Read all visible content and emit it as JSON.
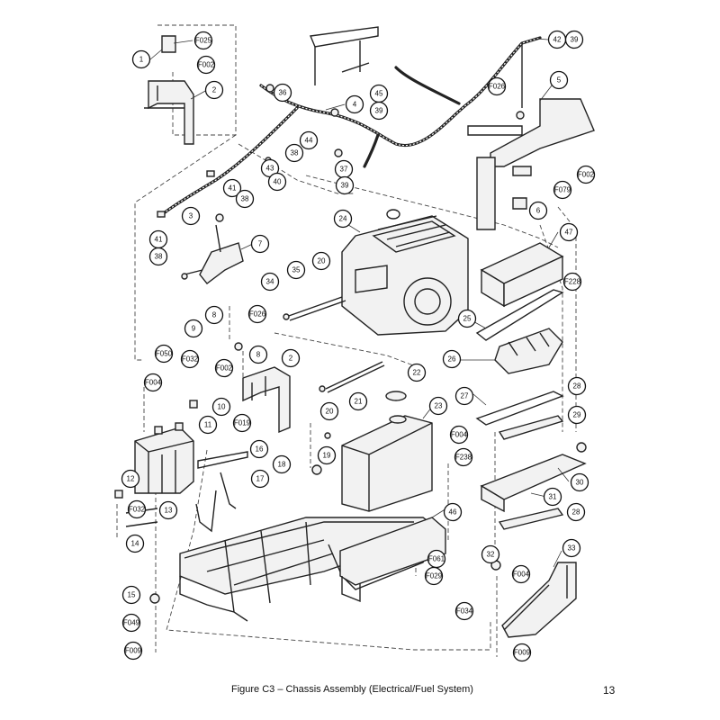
{
  "caption": "Figure C3 – Chassis Assembly (Electrical/Fuel System)",
  "page_number": "13",
  "callouts": [
    "F025",
    "1",
    "F002",
    "2",
    "36",
    "4",
    "45",
    "39",
    "42",
    "39",
    "F026",
    "5",
    "44",
    "38",
    "43",
    "40",
    "37",
    "39",
    "41",
    "38",
    "3",
    "F079",
    "6",
    "F002",
    "41",
    "38",
    "7",
    "24",
    "47",
    "35",
    "20",
    "34",
    "F228",
    "8",
    "F026",
    "9",
    "8",
    "F050",
    "F032",
    "F002",
    "2",
    "25",
    "26",
    "F004",
    "10",
    "11",
    "F019",
    "22",
    "21",
    "27",
    "28",
    "23",
    "20",
    "29",
    "16",
    "F004",
    "18",
    "19",
    "F238",
    "30",
    "31",
    "12",
    "17",
    "F032",
    "13",
    "28",
    "14",
    "46",
    "32",
    "33",
    "F004",
    "F061",
    "F029",
    "15",
    "F034",
    "F049",
    "F009",
    "F009"
  ]
}
